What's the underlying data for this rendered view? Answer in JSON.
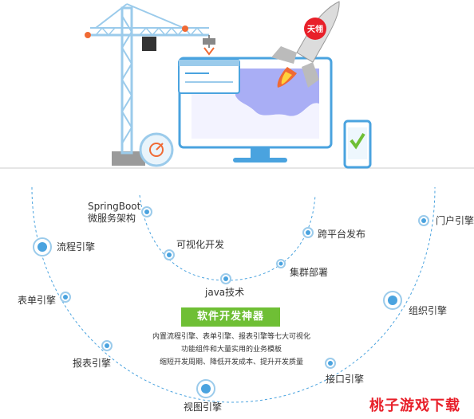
{
  "nodes": [
    {
      "key": "springboot",
      "label": "SpringBoot\n微服务架构"
    },
    {
      "key": "flow",
      "label": "流程引擎"
    },
    {
      "key": "visual",
      "label": "可视化开发"
    },
    {
      "key": "crossplat",
      "label": "跨平台发布"
    },
    {
      "key": "portal",
      "label": "门户引擎"
    },
    {
      "key": "cluster",
      "label": "集群部署"
    },
    {
      "key": "java",
      "label": "java技术"
    },
    {
      "key": "form",
      "label": "表单引擎"
    },
    {
      "key": "org",
      "label": "组织引擎"
    },
    {
      "key": "report",
      "label": "报表引擎"
    },
    {
      "key": "api",
      "label": "接口引擎"
    },
    {
      "key": "view",
      "label": "视图引擎"
    }
  ],
  "banner": "软件开发神器",
  "description": [
    "内置流程引擎、表单引擎、报表引擎等七大可视化",
    "功能组件和大量实用的业务模板",
    "缩短开发周期、降低开发成本、提升开发质量"
  ],
  "rocket_text": "天翎",
  "watermark": "桃子游戏下载",
  "colors": {
    "blue": "#4aa3df",
    "green": "#6fbf35",
    "light_blue": "#9bcbeb",
    "purple": "#a9aef5",
    "orange": "#f06a34"
  }
}
